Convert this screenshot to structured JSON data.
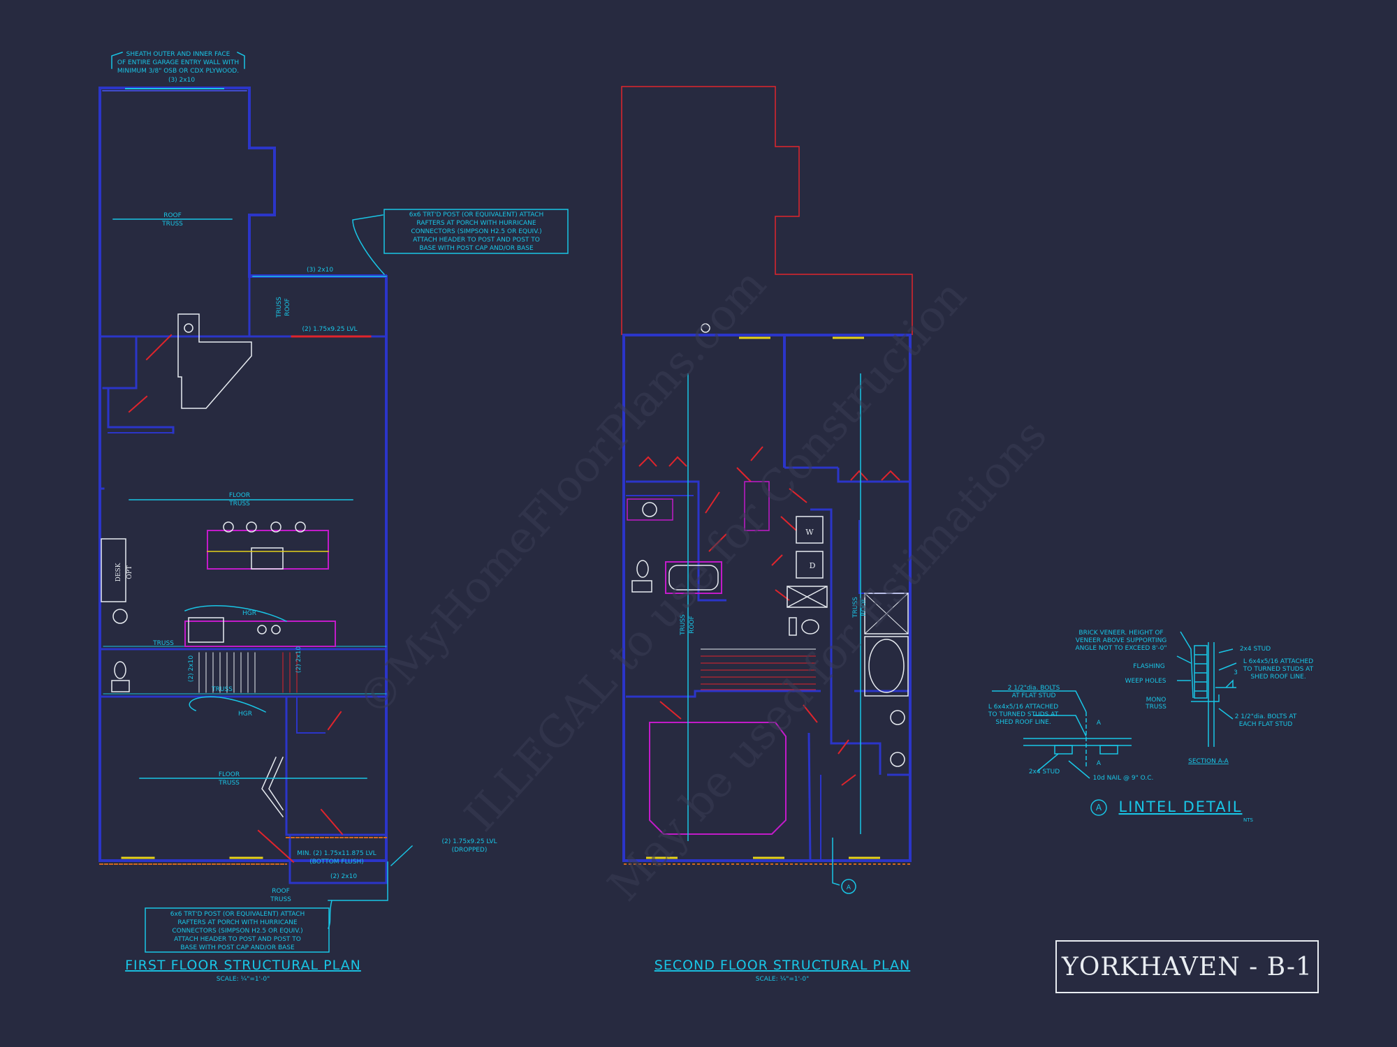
{
  "colors": {
    "background": "#272a40",
    "wall": "#2b35c9",
    "wall_light": "#4a57ff",
    "annotation": "#19c6e6",
    "door": "#e0242c",
    "fixture": "#c21bc9",
    "window": "#e6d21a",
    "white": "#e9edf2",
    "watermark": "#3a3d55"
  },
  "first_floor": {
    "title": "FIRST FLOOR STRUCTURAL PLAN",
    "scale": "SCALE: ¼\"=1'-0\"",
    "notes": {
      "sheath_1": "SHEATH OUTER AND INNER FACE",
      "sheath_2": "OF ENTIRE GARAGE ENTRY WALL WITH",
      "sheath_3": "MINIMUM 3/8\" OSB OR CDX PLYWOOD.",
      "header_top": "(3) 2x10",
      "post_1": "6x6 TRT'D POST (OR EQUIVALENT) ATTACH",
      "post_2": "RAFTERS AT PORCH WITH HURRICANE",
      "post_3": "CONNECTORS (SIMPSON H2.5 OR EQUIV.)",
      "post_4": "ATTACH HEADER TO POST AND POST TO",
      "post_5": "BASE WITH POST CAP AND/OR BASE",
      "roof_truss_a": "ROOF",
      "roof_truss_b": "TRUSS",
      "header_mid": "(3) 2x10",
      "truss_roof_a": "TRUSS",
      "truss_roof_b": "ROOF",
      "lvl_mid": "(2) 1.75x9.25 LVL",
      "floor_truss_a": "FLOOR",
      "floor_truss_b": "TRUSS",
      "desk": "DESK",
      "opt": "OPT",
      "hgr_top": "HGR",
      "truss_left": "TRUSS",
      "stair_2x10_a": "(2) 2x10",
      "stair_2x10_b": "(2) 2x10",
      "truss_stair": "TRUSS",
      "hgr_bottom": "HGR",
      "floor_truss2_a": "FLOOR",
      "floor_truss2_b": "TRUSS",
      "lvl_porch": "MIN. (2) 1.75x11.875 LVL",
      "bottom_flush": "(BOTTOM FLUSH)",
      "header_porch": "(2) 2x10",
      "roof_truss2_a": "ROOF",
      "roof_truss2_b": "TRUSS",
      "lvl_dropped_a": "(2) 1.75x9.25 LVL",
      "lvl_dropped_b": "(DROPPED)",
      "post2_1": "6x6 TRT'D POST (OR EQUIVALENT) ATTACH",
      "post2_2": "RAFTERS AT PORCH WITH HURRICANE",
      "post2_3": "CONNECTORS (SIMPSON H2.5 OR EQUIV.)",
      "post2_4": "ATTACH HEADER TO POST AND POST TO",
      "post2_5": "BASE WITH POST CAP AND/OR BASE"
    }
  },
  "second_floor": {
    "title": "SECOND FLOOR STRUCTURAL PLAN",
    "scale": "SCALE: ¼\"=1'-0\"",
    "notes": {
      "washer": "W",
      "dryer": "D",
      "truss_roof_a": "TRUSS",
      "truss_roof_b": "ROOF",
      "truss_roof2_a": "TRUSS",
      "truss_roof2_b": "ROOF",
      "section_mark": "A"
    }
  },
  "lintel_detail": {
    "title": "LINTEL DETAIL",
    "marker": "A",
    "nts": "NTS",
    "section_label": "SECTION A-A",
    "brick_1": "BRICK VENEER. HEIGHT OF",
    "brick_2": "VENEER ABOVE SUPPORTING",
    "brick_3": "ANGLE NOT TO EXCEED 8'-0\"",
    "flashing": "FLASHING",
    "weep_holes": "WEEP HOLES",
    "mono_a": "MONO",
    "mono_b": "TRUSS",
    "stud_2x4_right": "2x4 STUD",
    "angle_right_1": "L 6x4x5/16 ATTACHED",
    "angle_right_2": "TO TURNED STUDS AT",
    "angle_right_3": "SHED ROOF LINE.",
    "bolts_right_1": "2 1/2\"dia. BOLTS AT",
    "bolts_right_2": "EACH FLAT STUD",
    "bolts_left_1": "2 1/2\"dia. BOLTS",
    "bolts_left_2": "AT FLAT STUD",
    "angle_left_1": "L 6x4x5/16 ATTACHED",
    "angle_left_2": "TO TURNED STUDS AT",
    "angle_left_3": "SHED ROOF LINE.",
    "stud_2x4_left": "2x4 STUD",
    "nail": "10d NAIL @ 9\" O.C.",
    "sec_a": "A",
    "sec_a2": "A",
    "pitch": "3"
  },
  "title_block": {
    "name": "YORKHAVEN - B-1"
  },
  "watermark": {
    "line1": "©MyHomeFloorPlans.com",
    "line2": "ILLEGAL to use for Construction",
    "line3": "May be used for Estimations"
  }
}
